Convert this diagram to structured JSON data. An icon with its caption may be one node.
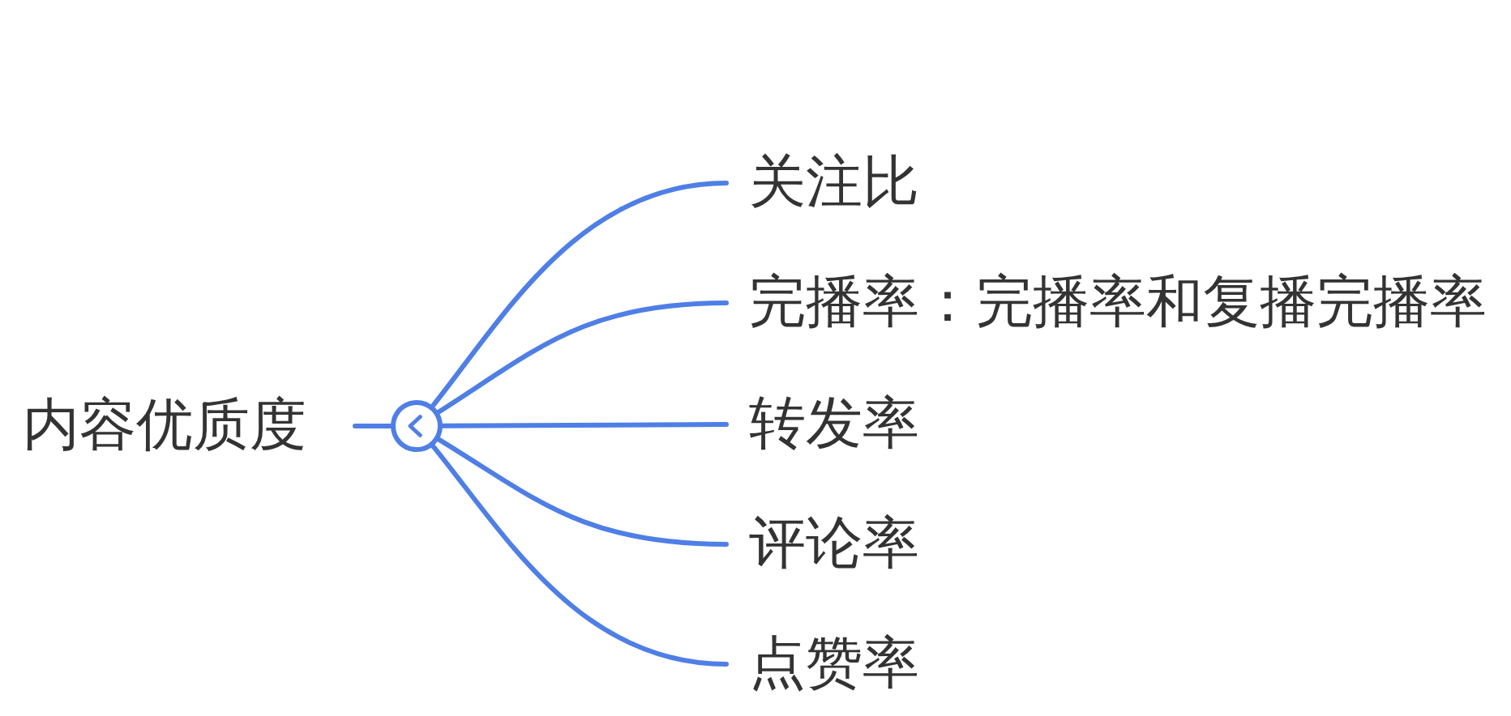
{
  "diagram": {
    "nodes": [
      {
        "text": [
          "内容优质度"
        ]
      },
      {
        "text": [],
        "shape": "circle"
      },
      {
        "text": [
          "关注比"
        ]
      },
      {
        "text": [
          "完播率：完播率和复播完播率"
        ]
      },
      {
        "text": [
          "转发率"
        ]
      },
      {
        "text": [
          "评论率"
        ]
      },
      {
        "text": [
          "点赞率"
        ]
      }
    ],
    "edges": [
      {
        "from": 0,
        "to": 1,
        "arrow": "none"
      },
      {
        "from": 1,
        "to": 2,
        "arrow": "none"
      },
      {
        "from": 1,
        "to": 3,
        "arrow": "none"
      },
      {
        "from": 1,
        "to": 4,
        "arrow": "none"
      },
      {
        "from": 1,
        "to": 5,
        "arrow": "none"
      },
      {
        "from": 1,
        "to": 6,
        "arrow": "none"
      }
    ]
  }
}
